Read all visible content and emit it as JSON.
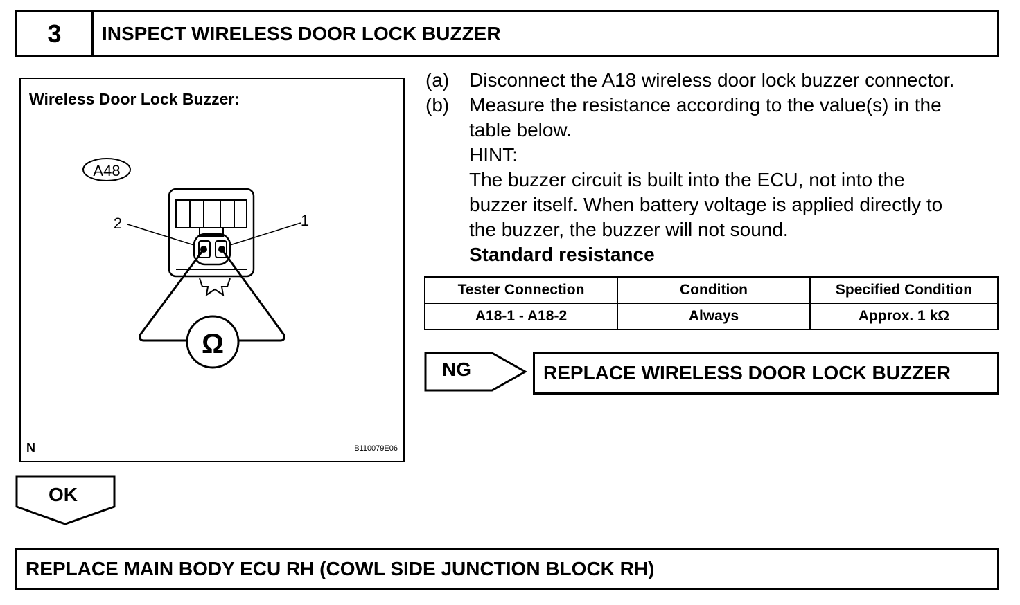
{
  "step": {
    "number": "3",
    "title": "INSPECT WIRELESS DOOR LOCK BUZZER"
  },
  "figure": {
    "title": "Wireless Door Lock Buzzer:",
    "connector_tag": "A48",
    "pin_left": "2",
    "pin_right": "1",
    "meter_symbol": "Ω",
    "corner_label": "N",
    "figure_code": "B110079E06"
  },
  "instructions": {
    "a_label": "(a)",
    "a_text": "Disconnect the A18 wireless door lock buzzer connector.",
    "b_label": "(b)",
    "b_line1": "Measure the resistance according to the value(s) in the",
    "b_line2": "table below.",
    "hint_label": "HINT:",
    "hint_line1": "The buzzer circuit is built into the ECU, not into the",
    "hint_line2": "buzzer itself. When battery voltage is applied directly to",
    "hint_line3": "the buzzer, the buzzer will not sound.",
    "std_label": "Standard resistance"
  },
  "table": {
    "headers": [
      "Tester Connection",
      "Condition",
      "Specified Condition"
    ],
    "rows": [
      [
        "A18-1 - A18-2",
        "Always",
        "Approx. 1 kΩ"
      ]
    ]
  },
  "ng": {
    "label": "NG",
    "result": "REPLACE WIRELESS DOOR LOCK BUZZER"
  },
  "ok": {
    "label": "OK"
  },
  "final": {
    "text": "REPLACE MAIN BODY ECU RH (COWL SIDE JUNCTION BLOCK RH)"
  }
}
